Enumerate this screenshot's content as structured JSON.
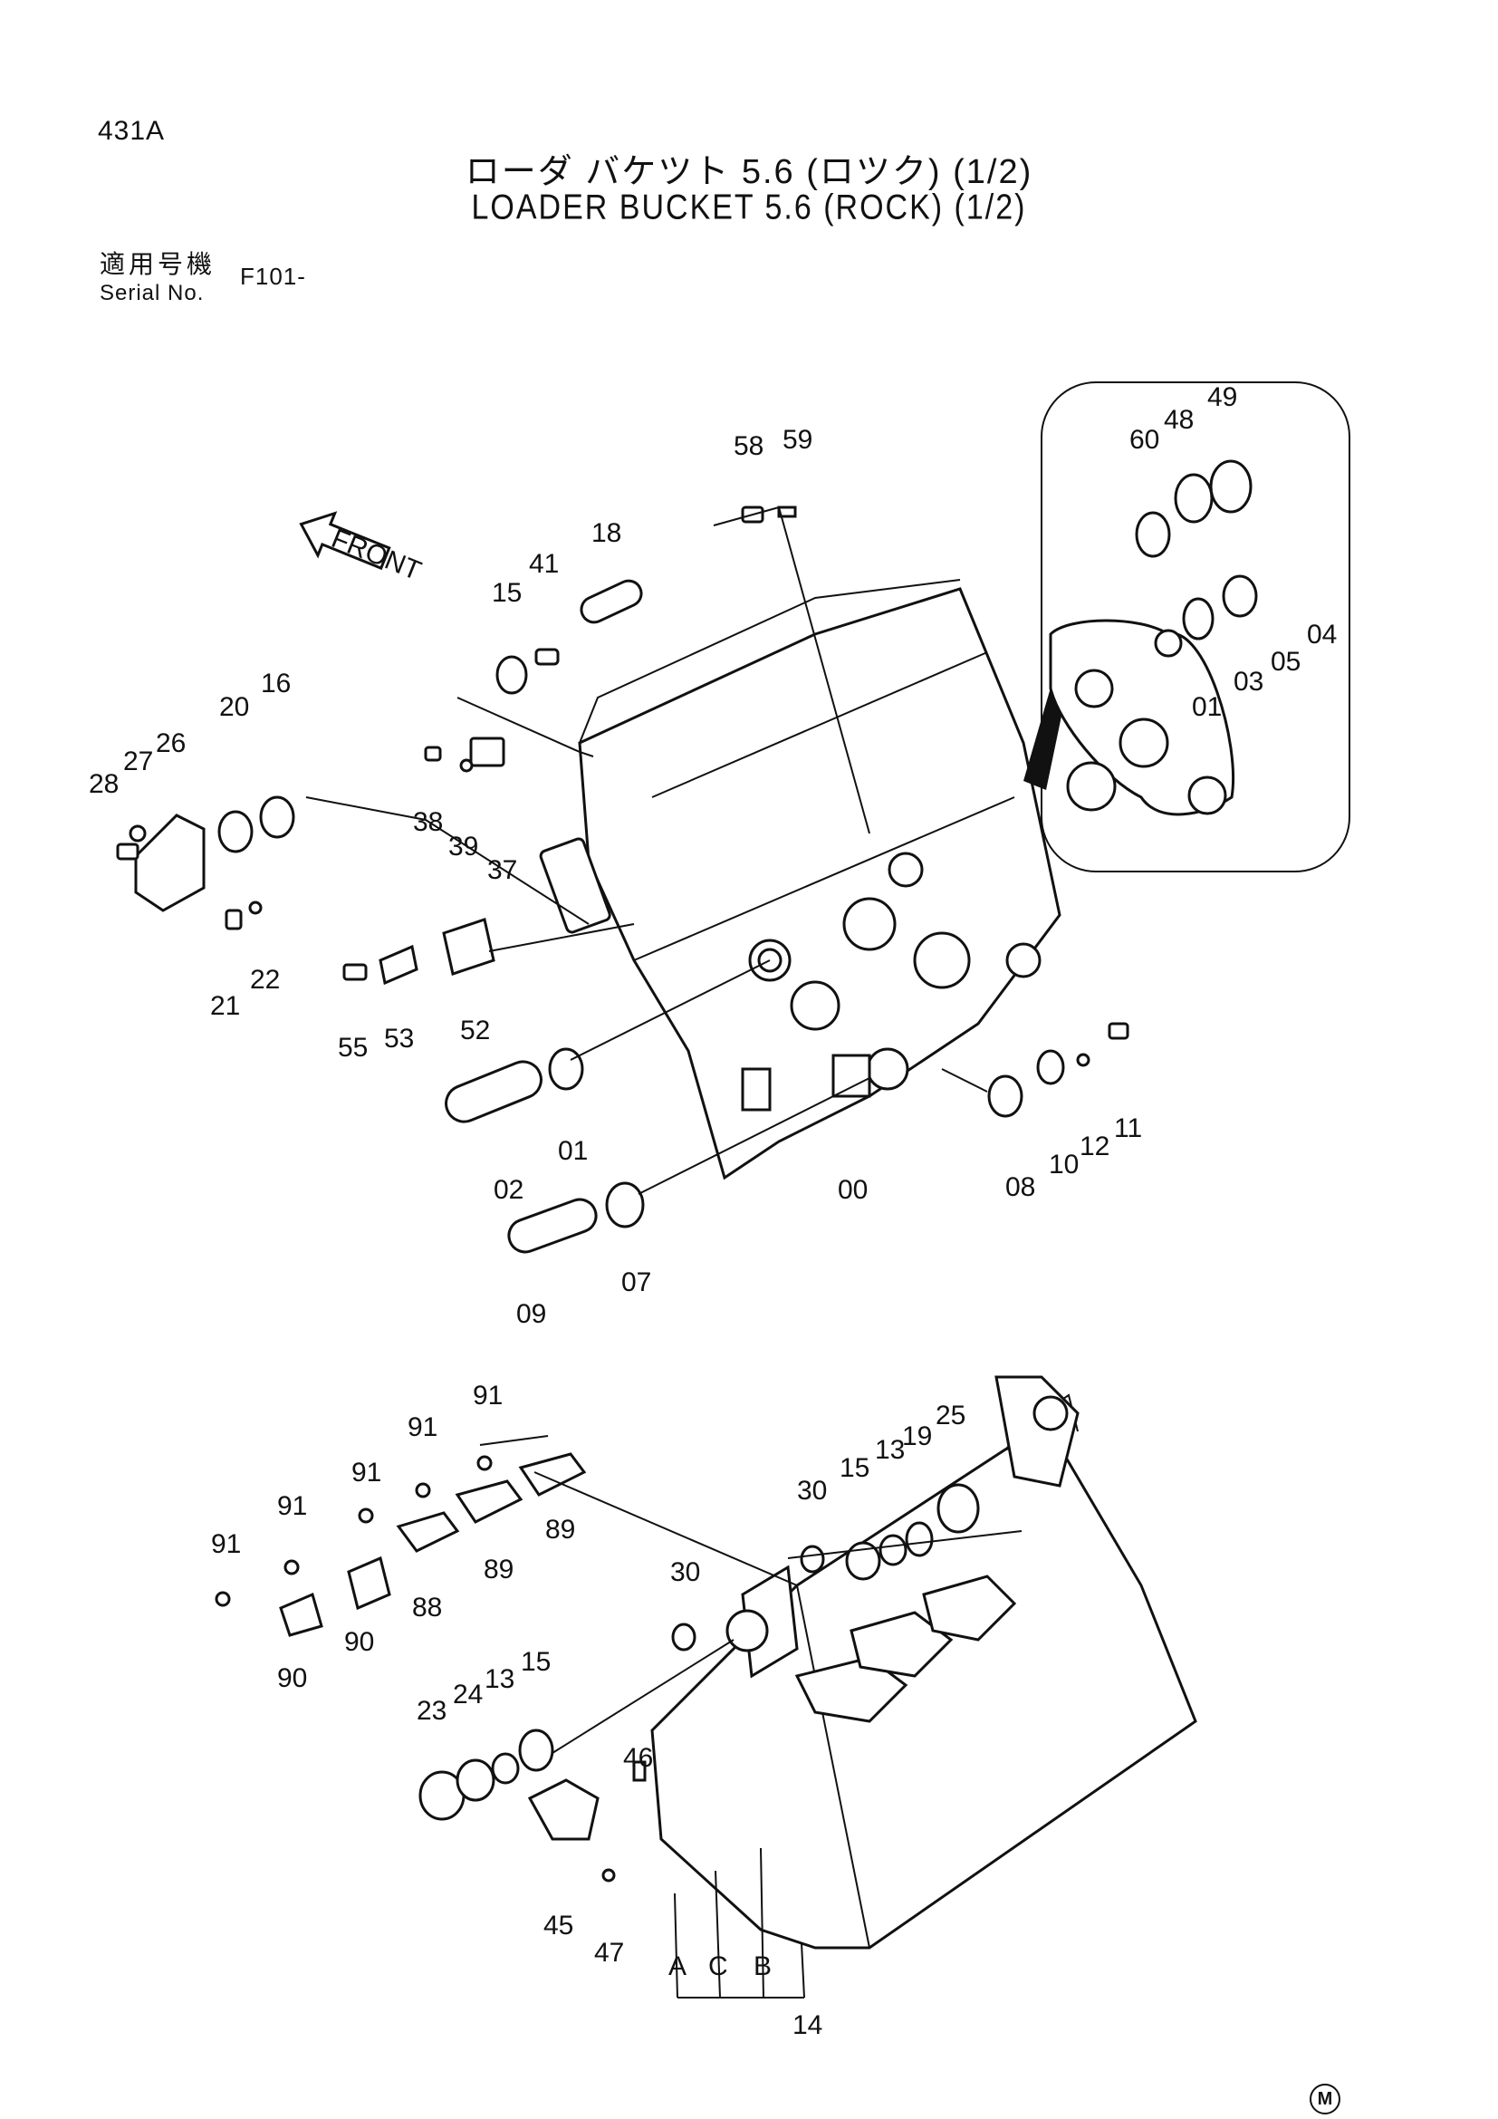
{
  "header": {
    "page_code": "431A",
    "title_jp": "ローダ バケツト 5.6 (ロツク) (1/2)",
    "title_en": "LOADER BUCKET 5.6 (ROCK) (1/2)",
    "serial_label_jp": "適用号機",
    "serial_label_en": "Serial No.",
    "serial_value": "F101-"
  },
  "direction_label": "FRONT",
  "callouts_upper": [
    "58",
    "59",
    "18",
    "41",
    "15",
    "16",
    "20",
    "26",
    "27",
    "28",
    "38",
    "39",
    "37",
    "21",
    "22",
    "55",
    "53",
    "52",
    "01",
    "02",
    "00",
    "07",
    "09",
    "08",
    "10",
    "12",
    "11"
  ],
  "callouts_inset": [
    "49",
    "48",
    "60",
    "04",
    "05",
    "03",
    "01"
  ],
  "callouts_lower": [
    "91",
    "91",
    "91",
    "91",
    "91",
    "89",
    "89",
    "88",
    "90",
    "90",
    "30",
    "30",
    "15",
    "13",
    "19",
    "25",
    "23",
    "24",
    "13",
    "15",
    "46",
    "45",
    "47",
    "A",
    "C",
    "B",
    "14"
  ],
  "footer_mark": "M"
}
